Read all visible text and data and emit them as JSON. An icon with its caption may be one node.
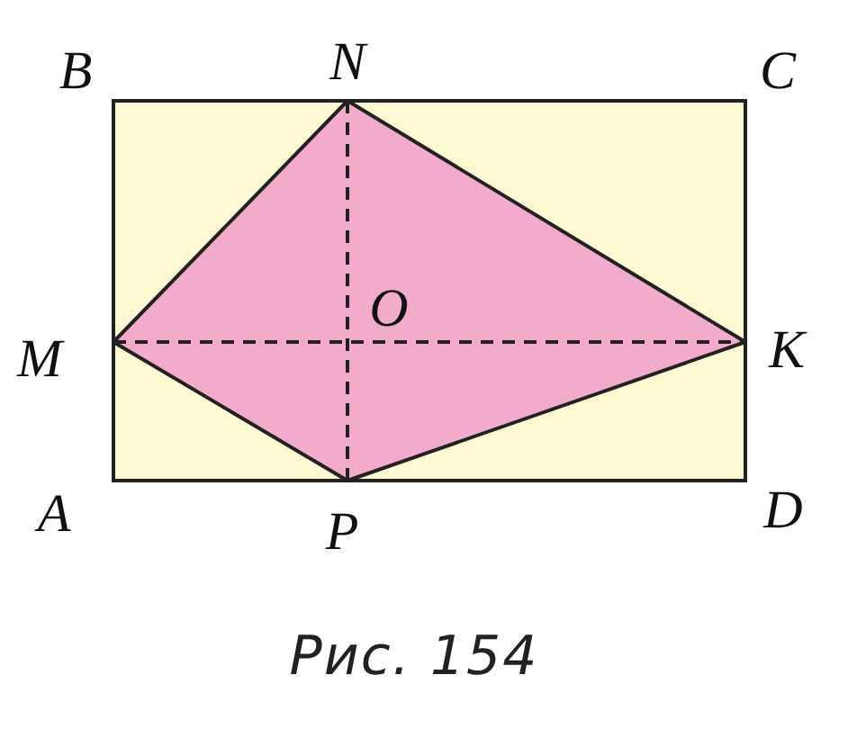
{
  "diagram": {
    "caption": "Рис. 154",
    "labels": [
      "B",
      "N",
      "C",
      "O",
      "M",
      "K",
      "A",
      "P",
      "D"
    ]
  }
}
